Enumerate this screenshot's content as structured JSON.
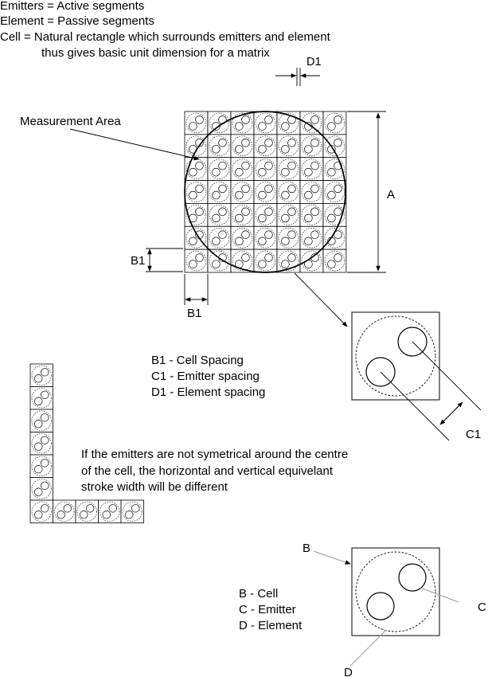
{
  "definitions": [
    "Emitters = Active segments",
    "Element = Passive segments",
    "Cell = Natural rectangle which surrounds emitters and element",
    "thus gives basic unit dimension for a matrix"
  ],
  "labels": {
    "d1": "D1",
    "measurement_area": "Measurement Area",
    "a": "A",
    "b1": "B1",
    "b1_bottom": "B1",
    "c1": "C1",
    "b": "B",
    "c": "C",
    "d": "D"
  },
  "legend1": [
    "B1 - Cell Spacing",
    "C1 - Emitter spacing",
    "D1 - Element spacing"
  ],
  "note": [
    "If the emitters are not symetrical around the centre",
    "of the cell, the horizontal and vertical equivelant",
    "stroke width will be different"
  ],
  "legend2": [
    "B - Cell",
    "C - Emitter",
    "D - Element"
  ],
  "matrix": {
    "rows": 7,
    "cols": 7
  },
  "l_shape": {
    "vertical_cells": 6,
    "horizontal_cells": 5
  }
}
